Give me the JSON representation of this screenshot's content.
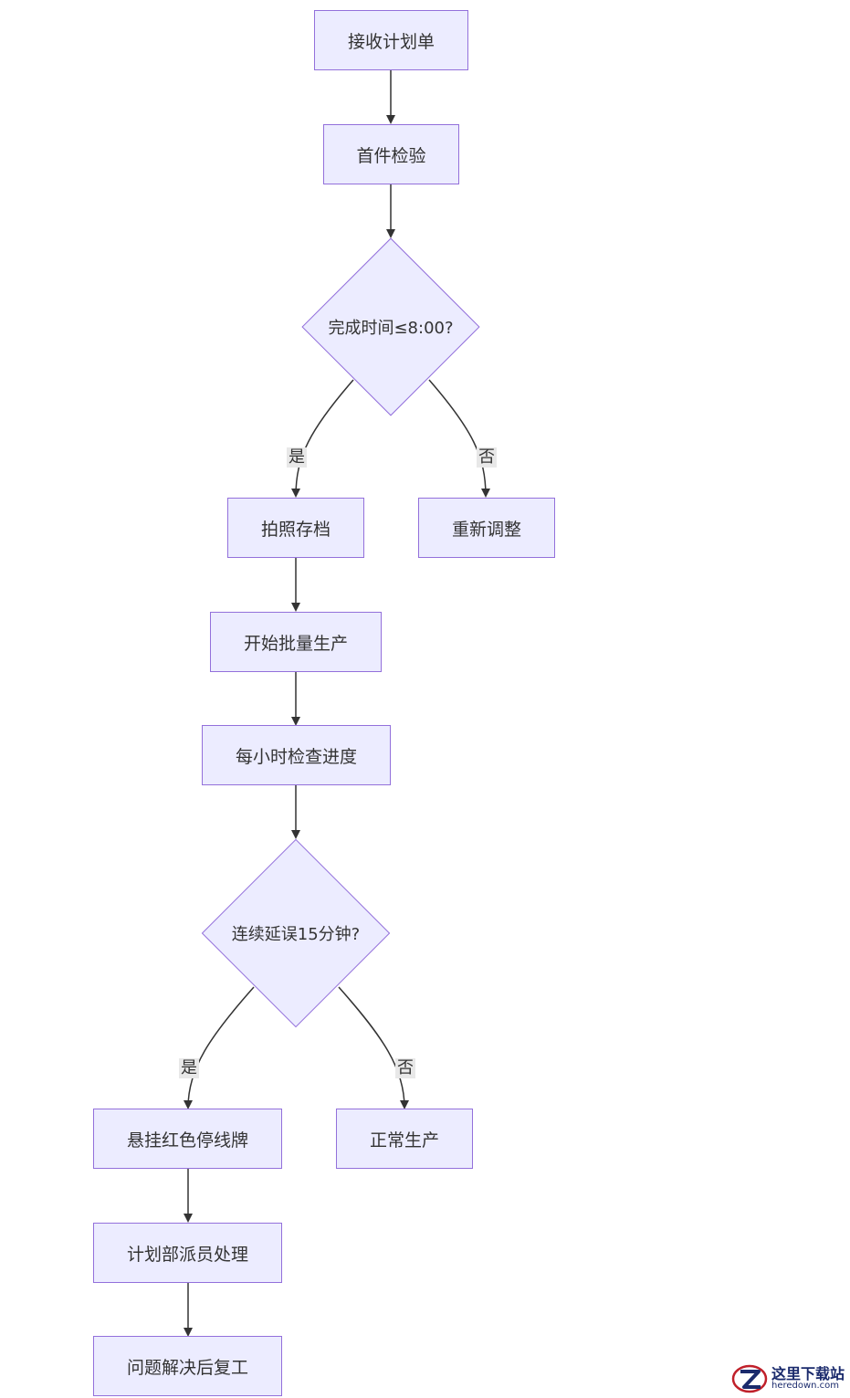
{
  "nodes": {
    "receive_plan": "接收计划单",
    "first_inspection": "首件检验",
    "decision_time": "完成时间≤8:00?",
    "photo_archive": "拍照存档",
    "readjust": "重新调整",
    "start_batch": "开始批量生产",
    "hourly_check": "每小时检查进度",
    "decision_delay": "连续延误15分钟?",
    "red_card": "悬挂红色停线牌",
    "normal_production": "正常生产",
    "planning_dispatch": "计划部派员处理",
    "resume_work": "问题解决后复工"
  },
  "edge_labels": {
    "time_yes": "是",
    "time_no": "否",
    "delay_yes": "是",
    "delay_no": "否"
  },
  "colors": {
    "node_fill": "#ececff",
    "node_border": "#9370db",
    "edge": "#333333",
    "label_bg": "#e8e8e8"
  },
  "watermark": {
    "cn": "这里下载站",
    "en": "heredown.com"
  }
}
